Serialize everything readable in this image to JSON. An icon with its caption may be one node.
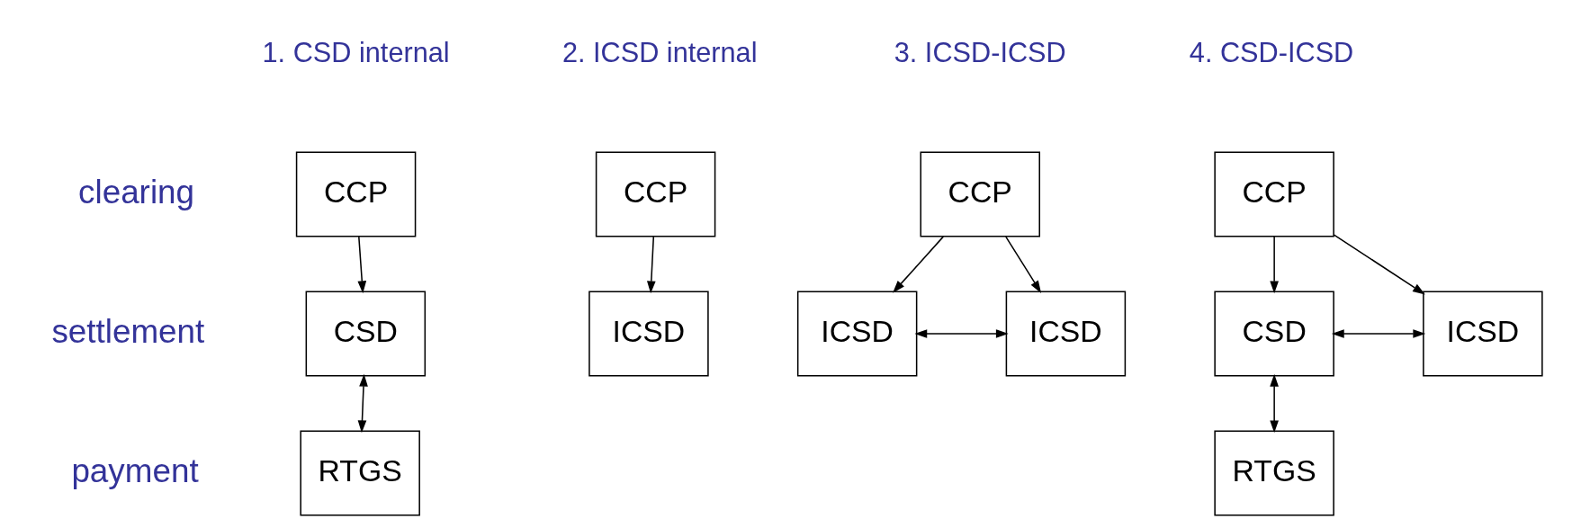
{
  "diagram": {
    "nodes": [
      {
        "text": [
          "CCP"
        ]
      },
      {
        "text": [
          "CSD"
        ]
      },
      {
        "text": [
          "RTGS"
        ]
      },
      {
        "text": [
          "CCP"
        ]
      },
      {
        "text": [
          "ICSD"
        ]
      },
      {
        "text": [
          "CCP"
        ]
      },
      {
        "text": [
          "ICSD"
        ]
      },
      {
        "text": [
          "ICSD"
        ]
      },
      {
        "text": [
          "CCP"
        ]
      },
      {
        "text": [
          "CSD"
        ]
      },
      {
        "text": [
          "ICSD"
        ]
      },
      {
        "text": [
          "RTGS"
        ]
      }
    ],
    "edges": [
      {
        "from": 0,
        "to": 1,
        "arrow": "to"
      },
      {
        "from": 1,
        "to": 2,
        "arrow": "both"
      },
      {
        "from": 3,
        "to": 4,
        "arrow": "to"
      },
      {
        "from": 5,
        "to": 6,
        "arrow": "to"
      },
      {
        "from": 5,
        "to": 7,
        "arrow": "to"
      },
      {
        "from": 6,
        "to": 7,
        "arrow": "both"
      },
      {
        "from": 8,
        "to": 9,
        "arrow": "to"
      },
      {
        "from": 8,
        "to": 10,
        "arrow": "to"
      },
      {
        "from": 9,
        "to": 10,
        "arrow": "both"
      },
      {
        "from": 9,
        "to": 11,
        "arrow": "both"
      }
    ],
    "labels": [
      "1. CSD internal",
      "2. ICSD internal",
      "3. ICSD-ICSD",
      "4. CSD-ICSD",
      "clearing",
      "settlement",
      "payment"
    ]
  }
}
